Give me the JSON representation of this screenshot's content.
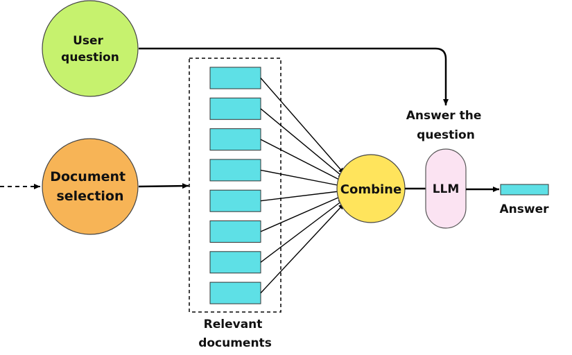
{
  "nodes": {
    "user_question": {
      "lines": [
        "User",
        "question"
      ],
      "color": "#c6f26e"
    },
    "document_selection": {
      "lines": [
        "Document",
        "selection"
      ],
      "color": "#f7b456"
    },
    "combine": {
      "label": "Combine",
      "color": "#ffe45c"
    },
    "llm": {
      "label": "LLM",
      "color": "#fbe3f2"
    },
    "relevant_documents": {
      "lines": [
        "Relevant",
        "documents"
      ],
      "count": 8,
      "doc_color": "#5ee0e6"
    },
    "answer_the_question": {
      "lines": [
        "Answer the",
        "question"
      ]
    },
    "answer": {
      "label": "Answer",
      "color": "#5ee0e6"
    }
  }
}
